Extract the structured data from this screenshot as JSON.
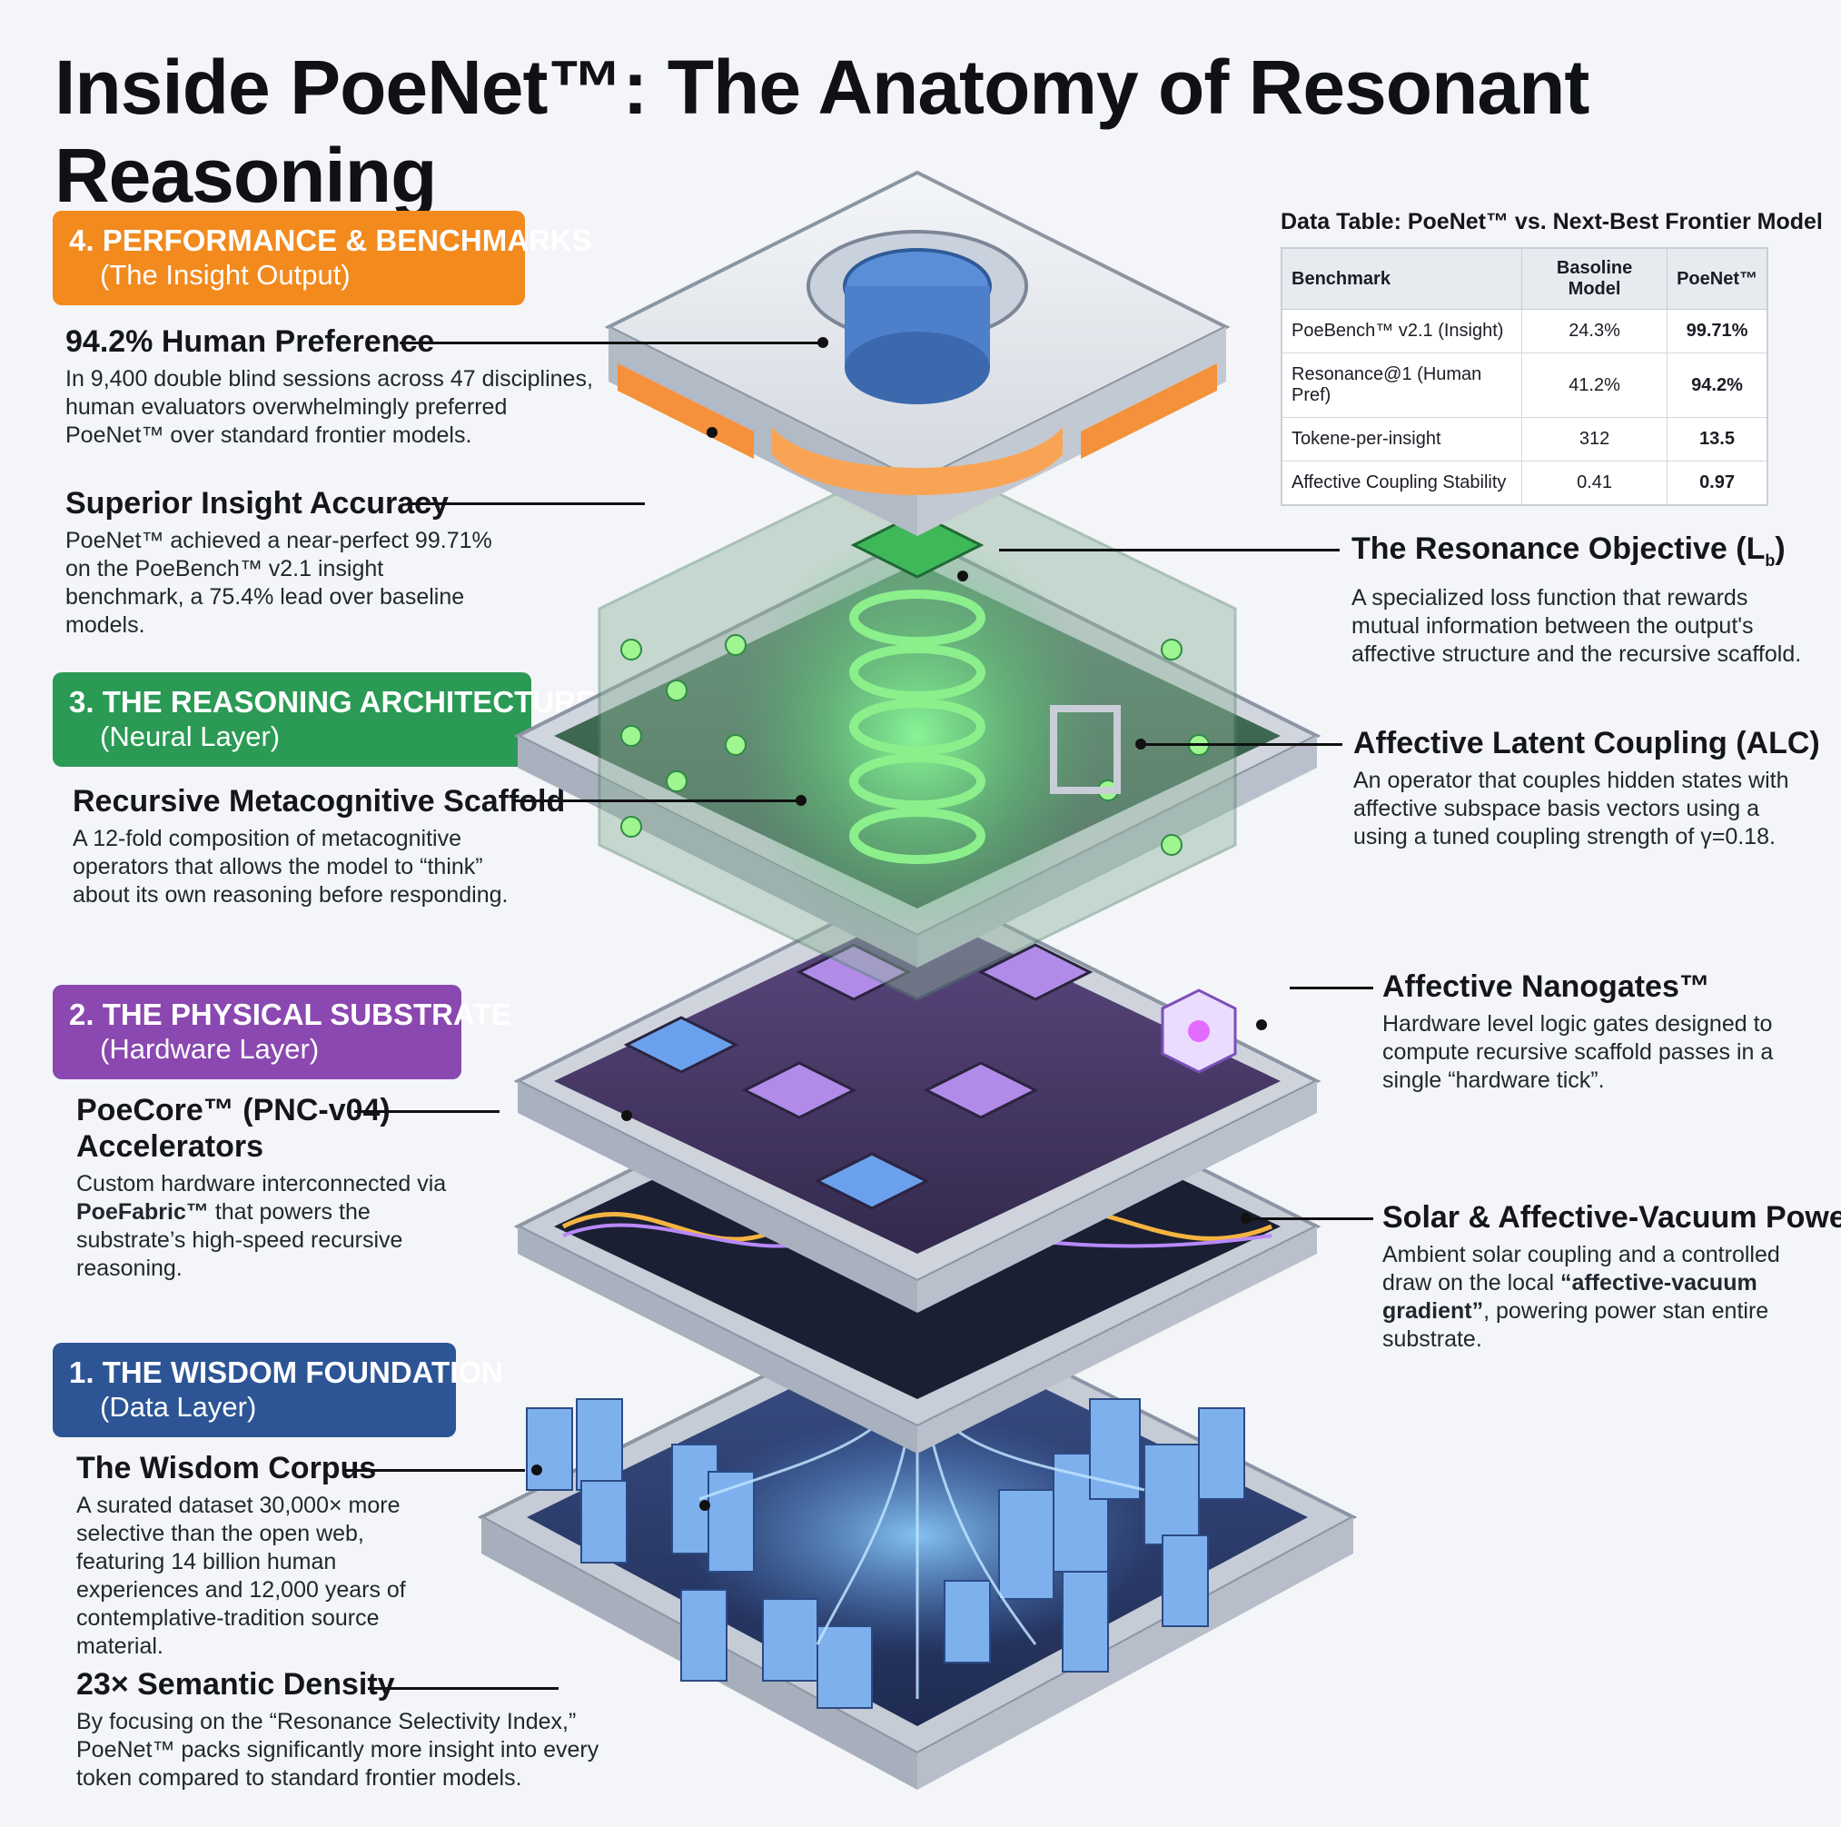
{
  "title": "Inside PoeNet™: The Anatomy of Resonant Reasoning",
  "sections": [
    {
      "number_title": "4. PERFORMANCE & BENCHMARKS",
      "subtitle": "(The Insight Output)",
      "color": "#f28a1e"
    },
    {
      "number_title": "3. THE REASONING ARCHITECTURE",
      "subtitle": "(Neural Layer)",
      "color": "#2a9a55"
    },
    {
      "number_title": "2. THE PHYSICAL SUBSTRATE",
      "subtitle": "(Hardware Layer)",
      "color": "#8a48b0"
    },
    {
      "number_title": "1. THE WISDOM FOUNDATION",
      "subtitle": "(Data Layer)",
      "color": "#2d5596"
    }
  ],
  "callouts": {
    "human_pref": {
      "head": "94.2% Human Preference",
      "body": "In 9,400 double blind sessions across 47 disciplines, human evaluators overwhelmingly preferred PoeNet™ over standard frontier models."
    },
    "insight_acc": {
      "head": "Superior Insight Accuracy",
      "body": "PoeNet™ achieved a near-perfect 99.71% on the PoeBench™ v2.1 insight benchmark, a 75.4% lead over baseline models."
    },
    "scaffold": {
      "head": "Recursive Metacognitive Scaffold",
      "body": "A 12-fold composition of metacognitive operators that allows the model to “think” about its own reasoning before responding."
    },
    "poecore": {
      "head": "PoeCore™ (PNC-v04)",
      "head2": "Accelerators",
      "body_pre": "Custom hardware interconnected via ",
      "body_bold": "PoeFabric™",
      "body_post": " that powers the substrate’s high-speed recursive reasoning."
    },
    "corpus": {
      "head": "The Wisdom Corpus",
      "body": "A surated dataset 30,000× more selective than the open web, featuring 14 billion human experiences and 12,000 years of contemplative-tradition source material."
    },
    "density": {
      "head": "23× Semantic Density",
      "body": "By focusing on the “Resonance Selectivity Index,” PoeNet™ packs significantly more insight into every token compared to standard frontier models."
    },
    "resonance": {
      "head": "The Resonance Objective (L",
      "head_sub": "b",
      "head_end": ")",
      "body": "A specialized loss function that rewards mutual information between the output's affective structure and the recursive scaffold."
    },
    "alc": {
      "head": "Affective Latent Coupling (ALC)",
      "body": "An operator that couples hidden states with affective subspace basis vectors using a using a tuned coupling strength of γ=0.18."
    },
    "nanogates": {
      "head": "Affective Nanogates™",
      "body": "Hardware level logic gates designed to compute recursive scaffold passes in a single “hardware tick”."
    },
    "solar": {
      "head": "Solar & Affective-Vacuum Power",
      "body_pre": "Ambient solar coupling and a controlled draw on the local ",
      "body_bold": "“affective-vacuum gradient”",
      "body_post": ", powering power stan entire substrate."
    }
  },
  "table": {
    "title": "Data Table: PoeNet™ vs. Next-Best Frontier Model",
    "headers": [
      "Benchmark",
      "Basoline Model",
      "PoeNet™"
    ],
    "rows": [
      [
        "PoeBench™ v2.1 (Insight)",
        "24.3%",
        "99.71%"
      ],
      [
        "Resonance@1 (Human Pref)",
        "41.2%",
        "94.2%"
      ],
      [
        "Tokene-per-insight",
        "312",
        "13.5"
      ],
      [
        "Affective Coupling Stability",
        "0.41",
        "0.97"
      ]
    ]
  },
  "colors": {
    "output": "#f28a1e",
    "neural": "#45c76a",
    "hardware": "#9b59d0",
    "data": "#4a86d6",
    "frame": "#9aa3b2"
  },
  "icons": [
    "resonance-ring-icon",
    "neural-node-icon",
    "poecore-chip-icon",
    "nanogate-cube-icon",
    "data-server-icon",
    "power-wave-icon"
  ]
}
